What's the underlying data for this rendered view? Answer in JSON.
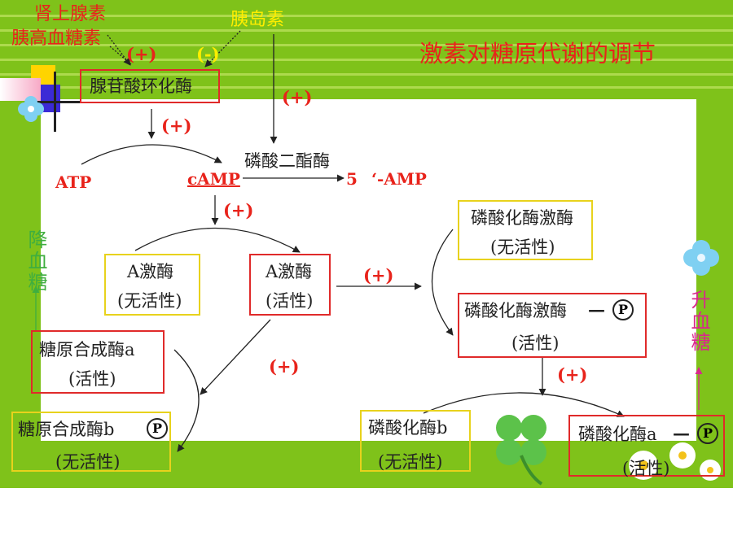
{
  "title": "激素对糖原代谢的调节",
  "hormones": {
    "adrenaline": "肾上腺素",
    "glucagon": "胰高血糖素",
    "insulin": "胰岛素"
  },
  "signs": {
    "plus": "(+)",
    "minus": "(-)"
  },
  "nodes": {
    "adenylate_cyclase": "腺苷酸环化酶",
    "phosphodiesterase": "磷酸二酯酶",
    "atp": "ATP",
    "camp": "cAMP",
    "amp_prefix": "5",
    "amp_suffix": "‘-AMP",
    "pka_inactive_name": "A激酶",
    "pka_inactive_state": "(无活性)",
    "pka_active_name": "A激酶",
    "pka_active_state": "(活性)",
    "synthase_a_name": "糖原合成酶a",
    "synthase_a_state": "(活性)",
    "synthase_b_name": "糖原合成酶b",
    "synthase_b_state": "(无活性)",
    "kinase_inactive_name": "磷酸化酶激酶",
    "kinase_inactive_state": "(无活性)",
    "kinase_active_name": "磷酸化酶激酶",
    "kinase_active_state": "(活性)",
    "phosphorylase_b_name": "磷酸化酶b",
    "phosphorylase_b_state": "(无活性)",
    "phosphorylase_a_name": "磷酸化酶a",
    "phosphorylase_a_state": "(活性)",
    "phosphate_symbol": "P",
    "dash": "—"
  },
  "side_labels": {
    "lower_glucose": "降血糖",
    "raise_glucose": "升血糖"
  },
  "colors": {
    "background_green": "#7fc21a",
    "text_red": "#e8231b",
    "box_red": "#e02a2a",
    "box_yellow": "#e8d21c",
    "pink": "#d9288c",
    "green_label": "#3fae3f"
  }
}
